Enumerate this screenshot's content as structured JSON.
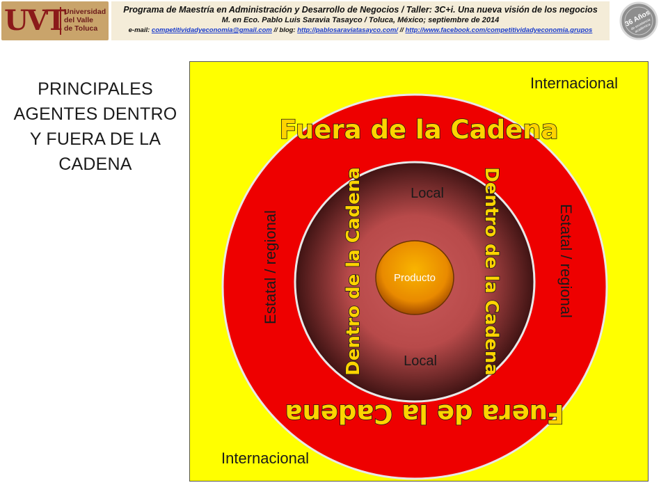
{
  "header": {
    "logo_mark": "UVT",
    "logo_lines": [
      "Universidad",
      "del Valle",
      "de Toluca"
    ],
    "program_line": "Programa de Maestría en Administración y Desarrollo de Negocios / Taller: 3C+i. Una nueva visión de los negocios",
    "author_line": "M. en Eco. Pablo Luis Saravia Tasayco / Toluca, México; septiembre de 2014",
    "email_prefix": "e-mail:",
    "email": "competitividadyeconomia@gmail.com",
    "blog_prefix": "// blog:",
    "blog_url": "http://pablosaraviatasayco.com/",
    "sep": "//",
    "facebook_url": "http://www.facebook.com/competitividadyeconomia.grupos",
    "seal_line1": "36 Años",
    "seal_line2": "de excelencia",
    "seal_line3": "académica"
  },
  "title": "PRINCIPALES AGENTES DENTRO Y FUERA DE LA CADENA",
  "diagram": {
    "corner_top": "Internacional",
    "corner_bottom": "Internacional",
    "outer_top": "Fuera de la Cadena",
    "outer_bottom": "Fuera de la Cadena",
    "side_left": "Estatal / regional",
    "side_right": "Estatal / regional",
    "inner_top": "Local",
    "inner_bottom": "Local",
    "inner_left": "Dentro de la Cadena",
    "inner_right": "Dentro de la Cadena",
    "center": "Producto",
    "colors": {
      "background": "#ffff00",
      "outer_ring": "#ee0000",
      "inner_ring_edge": "#3f1313",
      "inner_ring_mid": "#c75353",
      "center_core": "#f5a300",
      "heading_fill": "#ffd400"
    }
  }
}
